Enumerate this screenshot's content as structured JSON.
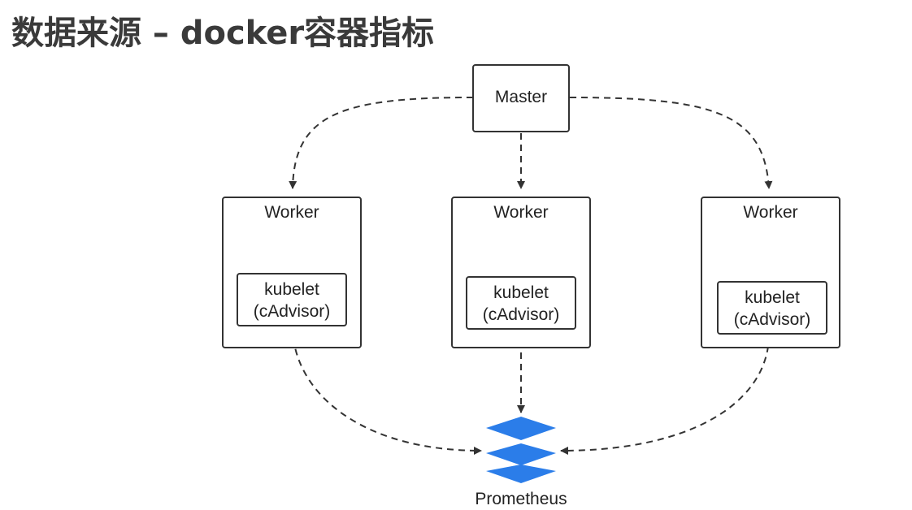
{
  "title": "数据来源 – docker容器指标",
  "diagram": {
    "master": {
      "label": "Master"
    },
    "workers": [
      {
        "label": "Worker",
        "component_line1": "kubelet",
        "component_line2": "(cAdvisor)"
      },
      {
        "label": "Worker",
        "component_line1": "kubelet",
        "component_line2": "(cAdvisor)"
      },
      {
        "label": "Worker",
        "component_line1": "kubelet",
        "component_line2": "(cAdvisor)"
      }
    ],
    "prometheus": {
      "label": "Prometheus",
      "icon": "prometheus-layers-icon",
      "color": "#2b7de9"
    },
    "edge_style": "dashed-arrow"
  }
}
